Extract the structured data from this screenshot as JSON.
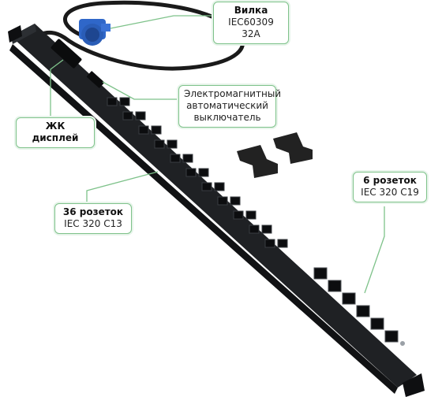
{
  "callouts": {
    "plug": {
      "title": "Вилка",
      "sub": "IEC60309 32A"
    },
    "breaker": {
      "line1": "Электромагнитный",
      "line2": "автоматический",
      "line3": "выключатель"
    },
    "lcd": {
      "title": "ЖК дисплей"
    },
    "c13": {
      "title": "36 розеток",
      "sub": "IEC 320 C13"
    },
    "c19": {
      "title": "6 розеток",
      "sub": "IEC 320 C19"
    }
  },
  "colors": {
    "callout_border": "#7ec28a",
    "leader_line": "#7ec28a",
    "pdu_body": "#1f2124",
    "outlet": "#0c0d0f",
    "plug": "#2f67c9"
  }
}
